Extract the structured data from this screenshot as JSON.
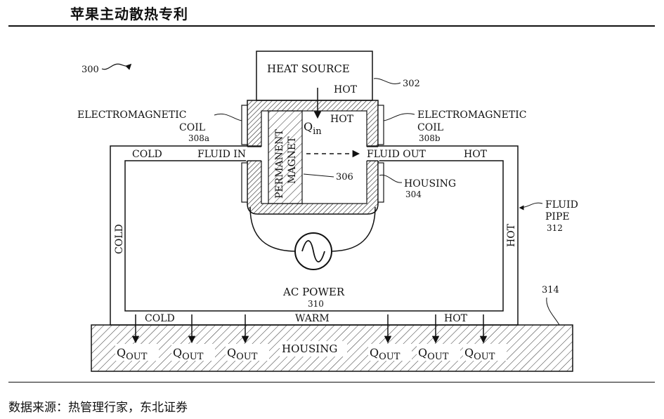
{
  "header": {
    "title": "苹果主动散热专利"
  },
  "footer": {
    "source": "数据来源：热管理行家，东北证券"
  },
  "diagram": {
    "figure_ref": "300",
    "heat_source": {
      "label": "HEAT SOURCE",
      "ref": "302"
    },
    "coil_left": {
      "line1": "ELECTROMAGNETIC",
      "line2": "COIL",
      "ref": "308a"
    },
    "coil_right": {
      "line1": "ELECTROMAGNETIC",
      "line2": "COIL",
      "ref": "308b"
    },
    "magnet": {
      "line1": "PERMANENT",
      "line2": "MAGNET",
      "ref": "306"
    },
    "housing_inner": {
      "label": "HOUSING",
      "ref": "304"
    },
    "fluid_pipe": {
      "line1": "FLUID",
      "line2": "PIPE",
      "ref": "312"
    },
    "ac_power": {
      "label": "AC POWER",
      "ref": "310"
    },
    "housing_base": {
      "label": "HOUSING",
      "ref": "314"
    },
    "labels": {
      "hot": "HOT",
      "cold": "COLD",
      "warm": "WARM",
      "fluid_in": "FLUID IN",
      "fluid_out": "FLUID OUT",
      "q_in_main": "Q",
      "q_in_sub": "in",
      "q_out_main": "Q",
      "q_out_sub": "OUT"
    }
  }
}
